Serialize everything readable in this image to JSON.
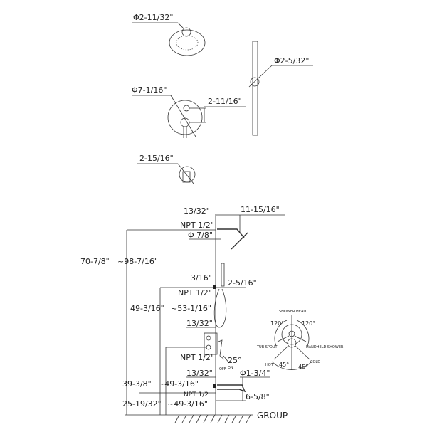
{
  "top_views": {
    "shower_head_diameter": "Φ2-11/32\"",
    "handheld_diameter": "Φ2-5/32\"",
    "valve_plate_diameter": "Φ7-1/16\"",
    "valve_spacing": "2-11/16\"",
    "tub_spout_size": "2-15/16\""
  },
  "elevation": {
    "arm_offset": "13/32\"",
    "arm_reach": "11-15/16\"",
    "arm_npt": "NPT 1/2\"",
    "arm_diameter": "Φ 7/8\"",
    "arm_height": "70-7/8\"",
    "head_height": "~98-7/16\"",
    "handheld_offset": "3/16\"",
    "handheld_reach": "2-5/16\"",
    "handheld_npt": "NPT 1/2\"",
    "handheld_height": "49-3/16\"",
    "handheld_top_height": "~53-1/16\"",
    "valve_offset": "13/32\"",
    "valve_npt": "NPT 1/2\"",
    "lever_angle": "25°",
    "lever_off": "OFF",
    "lever_on": "ON",
    "spout_offset": "13/32\"",
    "spout_diameter": "Φ1-3/4\"",
    "valve_height": "39-3/8\"",
    "valve_height_alt": "~49-3/16\"",
    "spout_npt": "NPT 1/2",
    "spout_reach": "6-5/8\"",
    "spout_height": "25-19/32\"",
    "spout_height_alt": "~49-3/16\"",
    "ground_label": "GROUP"
  },
  "rotation": {
    "shower_head": "SHOWER HEAD",
    "tub_spout": "TUB SPOUT",
    "handheld": "HANDHELD SHOWER",
    "angle_left": "120°",
    "angle_right": "120°",
    "hot": "HOT",
    "cold": "COLD",
    "hot_angle": "45°",
    "cold_angle": "45°"
  }
}
